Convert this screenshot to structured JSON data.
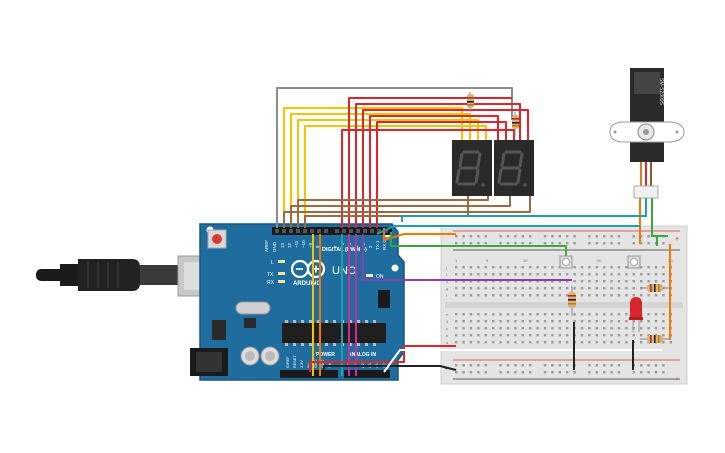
{
  "arduino": {
    "brand": "ARDUINO",
    "model": "UNO",
    "digital_label": "DIGITAL (PWM ~)",
    "power_label": "POWER",
    "analog_label": "ANALOG IN",
    "on_label": "ON",
    "led_l": "L",
    "led_tx": "TX",
    "led_rx": "RX",
    "top_pin_labels": [
      "AREF",
      "GND",
      "13",
      "12",
      "~11",
      "~10",
      "~9",
      "8",
      "7",
      "~6",
      "~5",
      "4",
      "~3",
      "2",
      "TX 1",
      "RX 0"
    ],
    "power_pin_labels": [
      "IOREF",
      "RESET",
      "3.3V",
      "5V",
      "GND",
      "GND",
      "Vin"
    ],
    "analog_pin_labels": [
      "A0",
      "A1",
      "A2",
      "A3",
      "A4",
      "A5"
    ]
  },
  "servo": {
    "part_label": "SM-S2309S"
  },
  "breadboard": {
    "rail_plus": "+",
    "rail_minus": "-",
    "row_letters_top": [
      "j",
      "i",
      "h",
      "g",
      "f"
    ],
    "row_letters_bottom": [
      "e",
      "d",
      "c",
      "b",
      "a"
    ],
    "column_numbers": [
      "1",
      "5",
      "10",
      "15",
      "20",
      "25",
      "30"
    ]
  },
  "colors": {
    "arduino_board": "#1e6d9e",
    "wire_red": "#e0242b",
    "wire_yellow": "#f5c400",
    "wire_brown": "#9b6b3d",
    "wire_orange": "#f07a00",
    "wire_green": "#3fa53f",
    "wire_teal": "#1f9fb0",
    "wire_purple": "#8a3fb0",
    "wire_magenta": "#c2319e",
    "wire_gray": "#8c8c8c",
    "wire_black": "#222222",
    "display_body": "#2a2a2a",
    "led_red": "#d9262d"
  }
}
